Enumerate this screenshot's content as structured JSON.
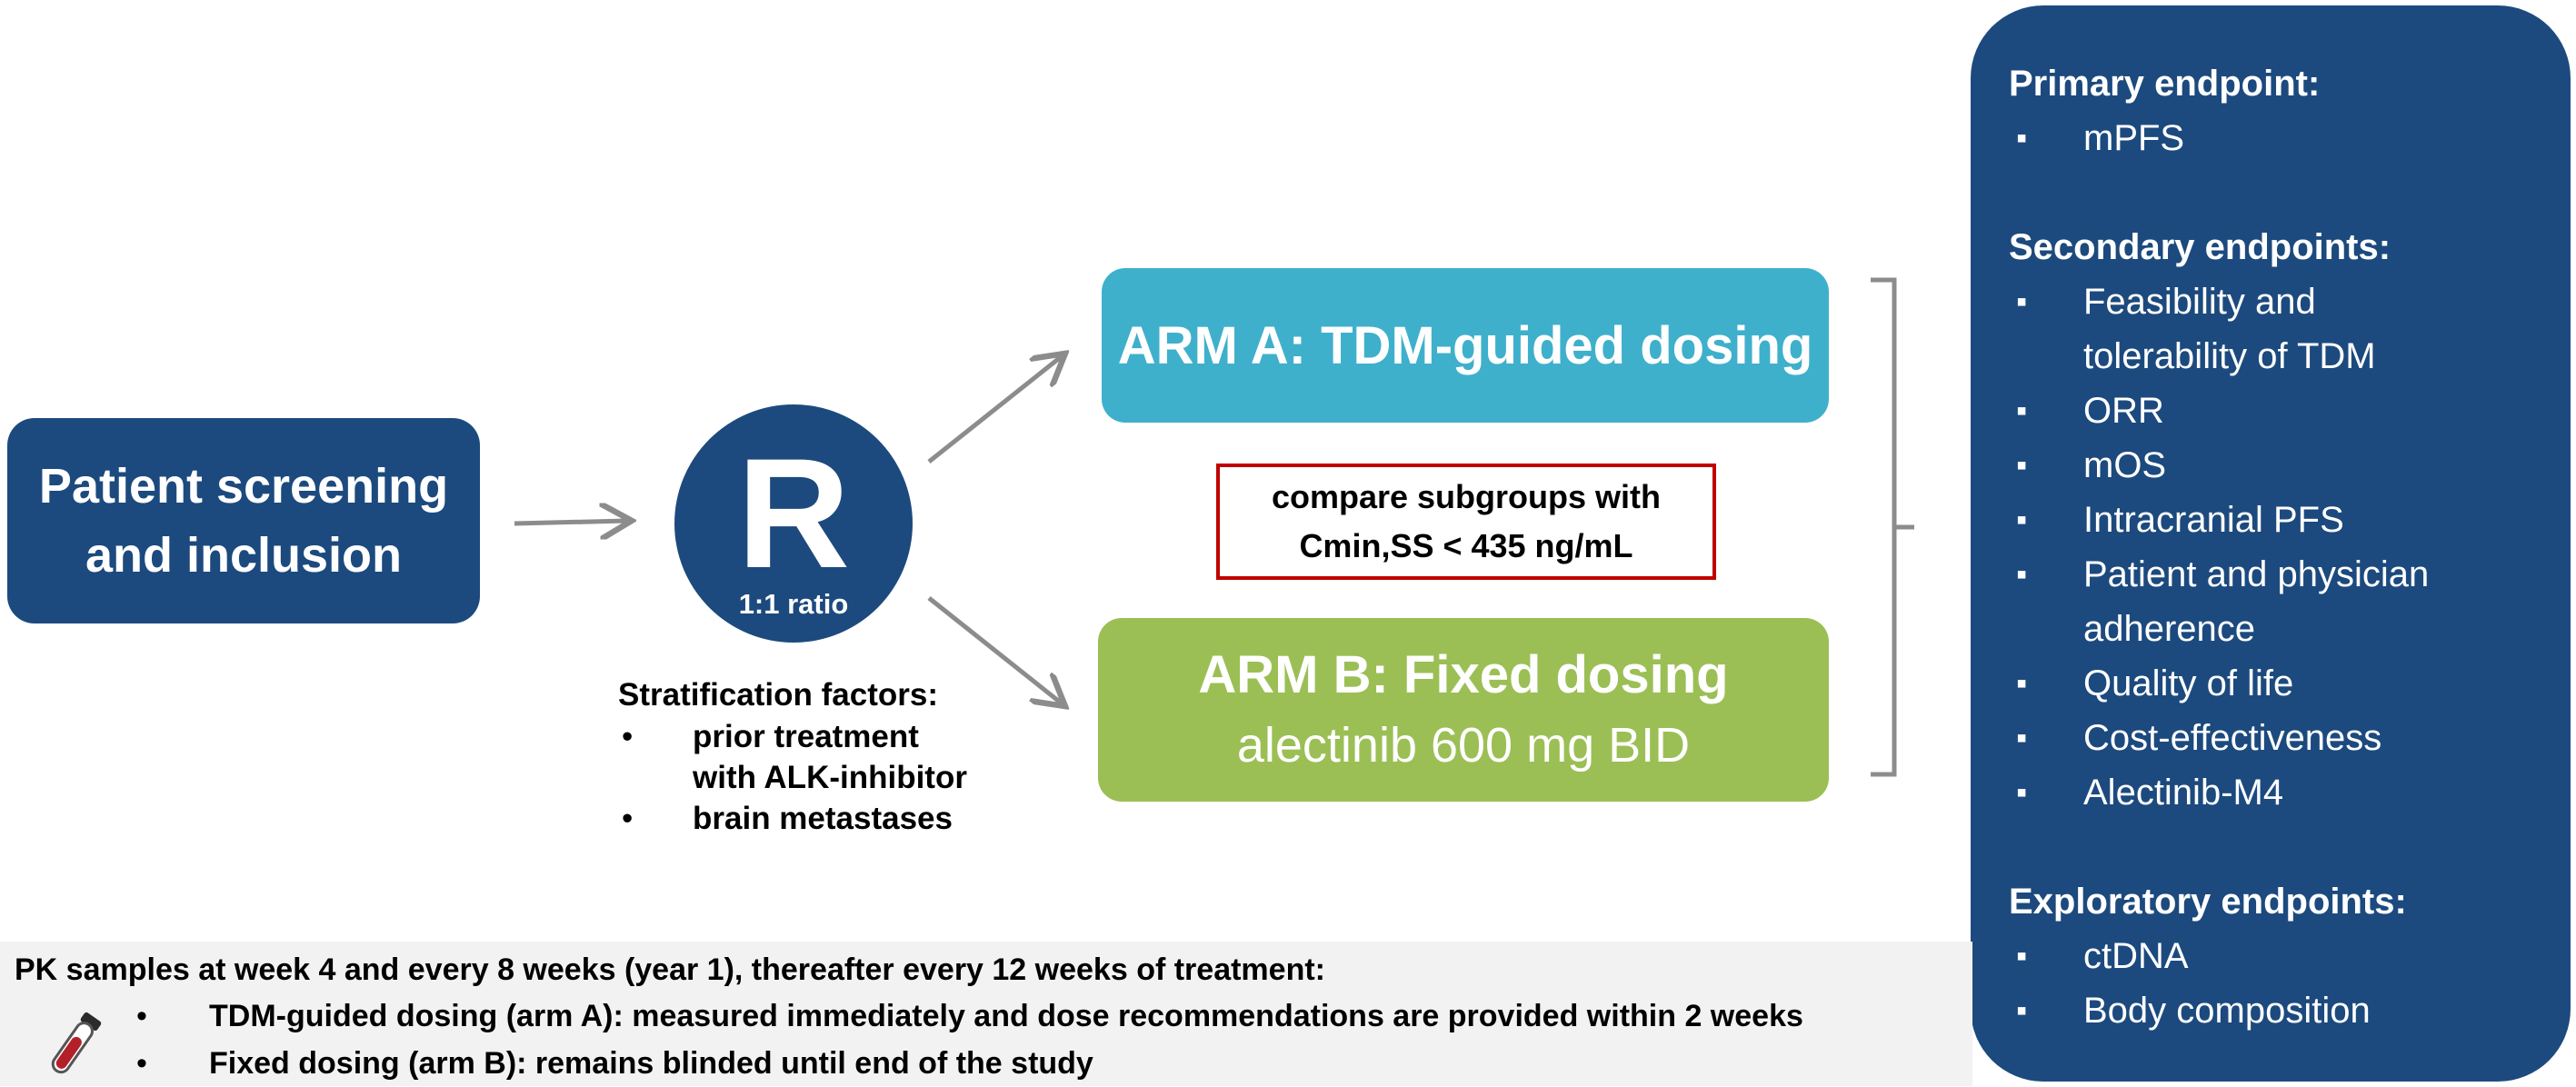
{
  "screening": {
    "line1": "Patient screening",
    "line2": "and inclusion"
  },
  "randomization": {
    "letter": "R",
    "ratio": "1:1 ratio"
  },
  "arm_a": {
    "label": "ARM A: TDM-guided dosing"
  },
  "arm_b": {
    "title": "ARM B: Fixed dosing",
    "subtitle": "alectinib 600 mg BID"
  },
  "compare": {
    "line1": "compare subgroups with",
    "line2": "Cmin,SS < 435 ng/mL"
  },
  "stratification": {
    "title": "Stratification factors:",
    "bullet": "•",
    "items": [
      {
        "line1": "prior treatment",
        "line2": "with ALK-inhibitor"
      },
      {
        "line1": "brain metastases"
      }
    ]
  },
  "endpoints": {
    "bullet": "▪",
    "primary": {
      "heading": "Primary endpoint:",
      "items": [
        "mPFS"
      ]
    },
    "secondary": {
      "heading": "Secondary endpoints:",
      "items": [
        [
          "Feasibility and",
          "tolerability of TDM"
        ],
        [
          "ORR"
        ],
        [
          "mOS"
        ],
        [
          "Intracranial PFS"
        ],
        [
          "Patient and physician",
          "adherence"
        ],
        [
          "Quality of life"
        ],
        [
          "Cost-effectiveness"
        ],
        [
          "Alectinib-M4"
        ]
      ]
    },
    "exploratory": {
      "heading": "Exploratory endpoints:",
      "items": [
        "ctDNA",
        "Body composition"
      ]
    }
  },
  "pk_samples": {
    "title": "PK samples at week 4 and every 8 weeks (year 1), thereafter every 12 weeks of treatment:",
    "bullet": "•",
    "items": [
      "TDM-guided dosing (arm A): measured immediately and dose recommendations are provided within 2 weeks",
      "Fixed dosing (arm B): remains blinded until end of the study"
    ]
  },
  "colors": {
    "navy": "#1c4a7e",
    "arm_a": "#3fb0cb",
    "arm_b": "#9bbf55",
    "compare_border": "#c00000",
    "arrow": "#8c8c8c",
    "tube_fill": "#b3202a"
  },
  "icons": {
    "pk_tube": "blood-sample-tube-icon"
  }
}
